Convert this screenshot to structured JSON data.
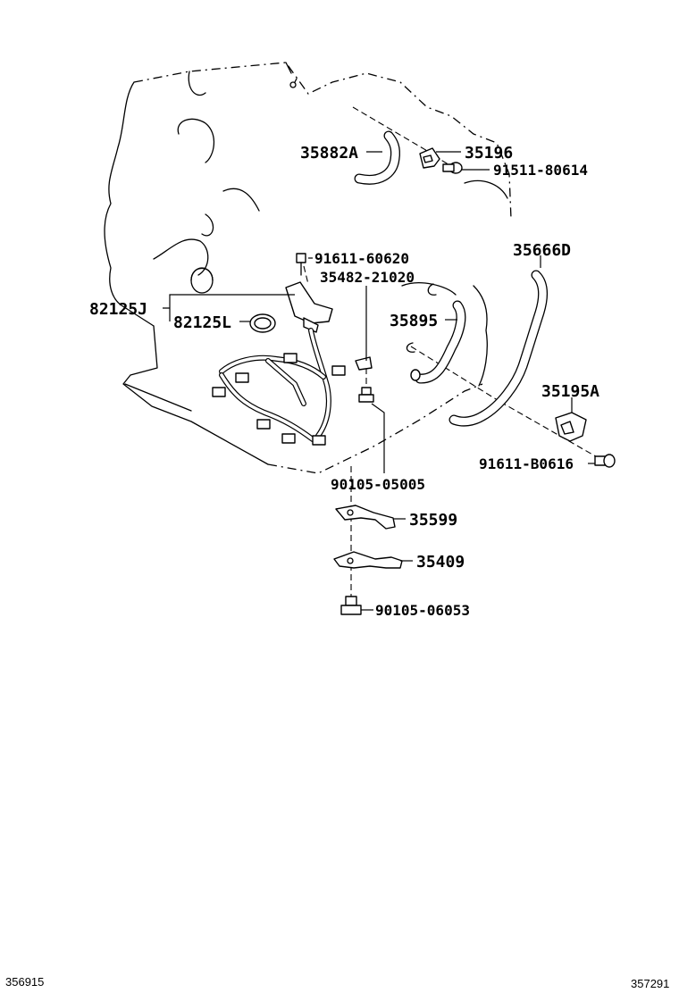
{
  "diagram": {
    "parts": {
      "p35882A": "35882A",
      "p35196": "35196",
      "p91511_80614": "91511-80614",
      "p91611_60620": "91611-60620",
      "p35482_21020": "35482-21020",
      "p35666D": "35666D",
      "p82125J": "82125J",
      "p82125L": "82125L",
      "p35895": "35895",
      "p35195A": "35195A",
      "p91611_B0616": "91611-B0616",
      "p90105_05005": "90105-05005",
      "p35599": "35599",
      "p35409": "35409",
      "p90105_06053": "90105-06053"
    },
    "corner_left": "356915",
    "corner_right": "357291"
  }
}
